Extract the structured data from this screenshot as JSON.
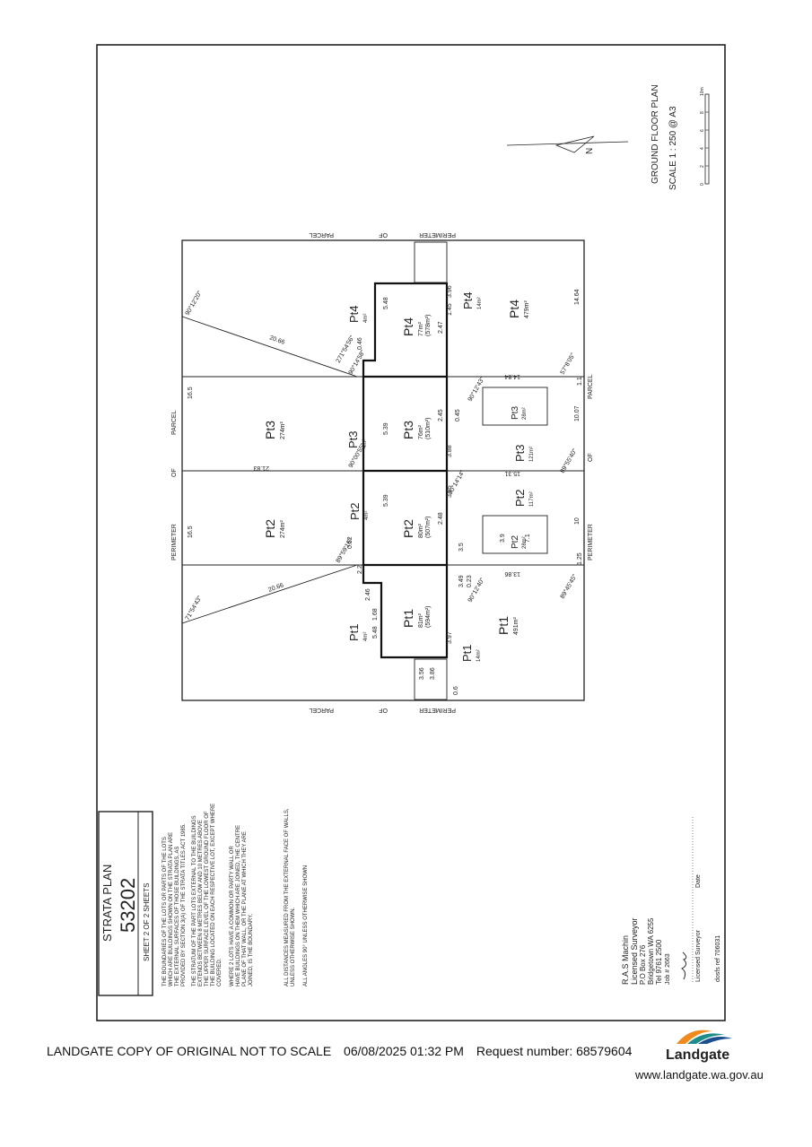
{
  "footer": {
    "copy_notice": "LANDGATE COPY OF ORIGINAL NOT TO SCALE",
    "timestamp": "06/08/2025 01:32 PM",
    "request": "Request number: 68579604",
    "brand": "Landgate",
    "url": "www.landgate.wa.gov.au"
  },
  "brand_colors": {
    "orange": "#f08a1c",
    "teal": "#1f8b8b",
    "blue": "#1b4e8c"
  },
  "title_block": {
    "plan_title": "STRATA PLAN",
    "plan_number": "53202",
    "sheet": "SHEET  2  OF  2  SHEETS",
    "notes": [
      "THE BOUNDARIES OF THE LOTS OR PARTS OF THE LOTS",
      "WHICH ARE BUILDINGS SHOWN ON THE STRATA PLAN ARE",
      "THE EXTERNAL SURFACES OF THOSE BUILDINGS, AS",
      "PROVIDED BY SECTION 3(A) OF THE STRATA TITLES ACT 1985.",
      "THE STRATUM OF THE PART LOTS EXTERNAL TO THE BUILDINGS",
      "EXTENDS BETWEEN 8 METRES BELOW AND 10 METRES ABOVE",
      "THE UPPER SURFACE LEVEL OF THE LOWEST GROUND FLOOR OF",
      "THE BUILDING LOCATED ON EACH RESPECTIVE LOT, EXCEPT WHERE",
      "COVERED.",
      "WHERE  2  LOTS HAVE A COMMON OR PARTY WALL OR",
      "HAVE BUILDINGS ON THEM WHICH ARE JOINED, THE CENTRE",
      "PLANE OF THAT WALL, OR THE PLANE AT WHICH THEY ARE",
      "JOINED, IS THE BOUNDARY.",
      "ALL DISTANCES MEASURED FROM THE EXTERNAL FACE OF WALLS,",
      "UNLESS OTHERWISE SHOWN.",
      "ALL ANGLES 90° UNLESS OTHERWISE SHOWN"
    ],
    "surveyor": [
      "R.A.S Machin",
      "Licensed Surveyor",
      "P.O Box 276",
      "Bridgetown WA 6255",
      "Tel 9761 2500",
      "Job # 2663"
    ],
    "signature_label": "Licensed Surveyor",
    "date_label": "Date",
    "ref": "dosfs ref  706031"
  },
  "plan": {
    "heading": "GROUND FLOOR PLAN",
    "scale": "SCALE 1 : 250 @ A3",
    "scale_bar": [
      "0",
      "2",
      "4",
      "6",
      "8",
      "10m"
    ],
    "north": "N",
    "perimeter_words": [
      "PERIMETER",
      "OF",
      "PARCEL"
    ],
    "lots": [
      {
        "label": "Pt1",
        "area": "491m²"
      },
      {
        "label": "Pt1",
        "area": "81m²",
        "sub": "(594m²)"
      },
      {
        "label": "Pt1",
        "area": "4m²"
      },
      {
        "label": "Pt1",
        "area": "14m²"
      },
      {
        "label": "Pt2",
        "area": "274m²"
      },
      {
        "label": "Pt2",
        "area": "80m²",
        "sub": "(507m²)"
      },
      {
        "label": "Pt2",
        "area": "117m²"
      },
      {
        "label": "Pt2",
        "area": "28m²"
      },
      {
        "label": "Pt2",
        "area": "4m²"
      },
      {
        "label": "Pt3",
        "area": "274m²"
      },
      {
        "label": "Pt3",
        "area": "76m²",
        "sub": "(510m²)"
      },
      {
        "label": "Pt3",
        "area": "121m²"
      },
      {
        "label": "Pt3",
        "area": "28m²"
      },
      {
        "label": "Pt3",
        "area": "4m²"
      },
      {
        "label": "Pt4",
        "area": "479m²"
      },
      {
        "label": "Pt4",
        "area": "77m²",
        "sub": "(578m²)"
      },
      {
        "label": "Pt4",
        "area": "4m²"
      },
      {
        "label": "Pt4",
        "area": "14m²"
      }
    ],
    "dimensions": [
      "16.5",
      "16.5",
      "20.66",
      "20.66",
      "21.83",
      "14.84",
      "13.86",
      "15.31",
      "10",
      "10.07",
      "14.64",
      "5.48",
      "5.48",
      "5.39",
      "5.39",
      "1.68",
      "2.2",
      "2.46",
      "3.5",
      "3.49",
      "3.85",
      "3.88",
      "3.56",
      "3.86",
      "3.97",
      "3.96",
      "0.52",
      "0.46",
      "0.45",
      "2.45",
      "2.48",
      "2.47",
      "1.45",
      "3.9",
      "7.1",
      "0.6",
      "0.23",
      "1.25",
      "1.1"
    ],
    "bearings": [
      "71°54'43\"",
      "89°45'45\"",
      "90°12'40\"",
      "90°14'14\"",
      "90°00'55\"",
      "89°59'16\"",
      "90°12'43\"",
      "89°55'40\"",
      "90°12'20\"",
      "271°54'56\"",
      "90°14'58\"",
      "57°8'05\""
    ]
  }
}
